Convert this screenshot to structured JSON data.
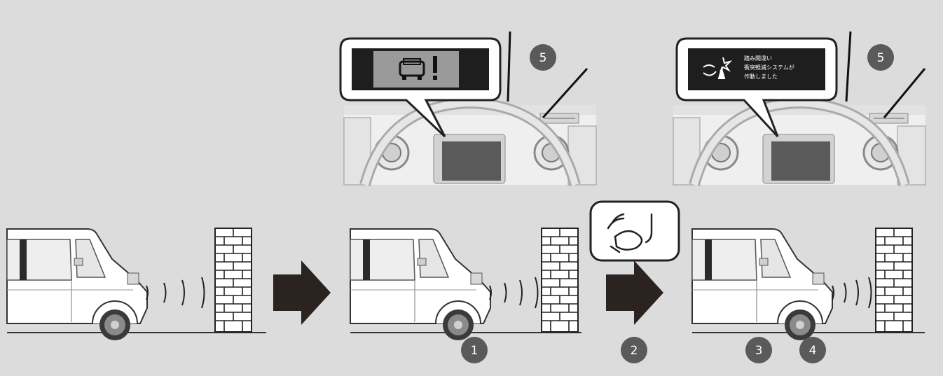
{
  "badges": {
    "b1": "1",
    "b2": "2",
    "b3": "3",
    "b4": "4",
    "b5a": "5",
    "b5b": "5"
  },
  "display_message": {
    "line1": "踏み間違い",
    "line2": "衝突軽減システムが",
    "line3": "作動しました"
  },
  "colors": {
    "background": "#dcdcdc",
    "badge": "#5a5a5a",
    "arrow": "#2a2320",
    "screen": "#1e1e1e"
  },
  "icons": {
    "warning": "car-warning-icon",
    "pedal": "foot-pedal-icon",
    "system": "pedal-misapplication-icon"
  }
}
